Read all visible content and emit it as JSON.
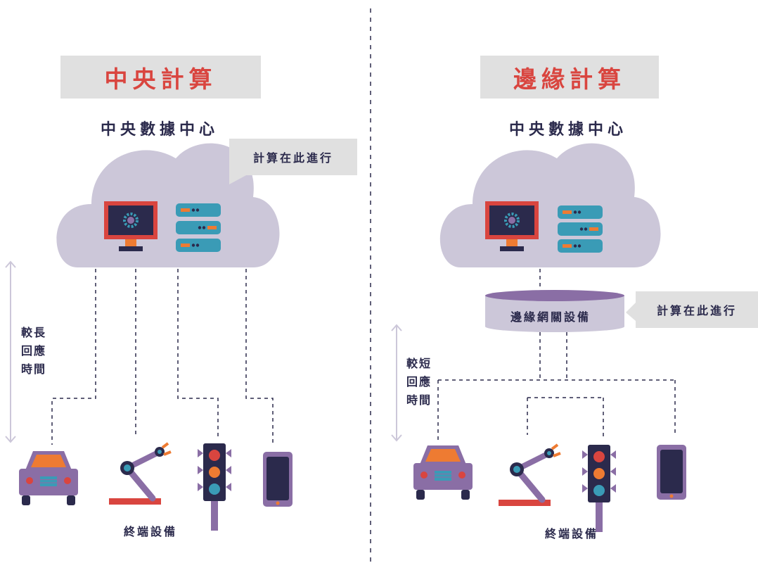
{
  "left": {
    "title": "中央計算",
    "datacenter": "中央數據中心",
    "callout": "計算在此進行",
    "response_time": [
      "較長",
      "回應",
      "時間"
    ],
    "devices_label": "終端設備"
  },
  "right": {
    "title": "邊緣計算",
    "datacenter": "中央數據中心",
    "gateway": "邊緣網關設備",
    "callout": "計算在此進行",
    "response_time": [
      "較短",
      "回應",
      "時間"
    ],
    "devices_label": "終端設備"
  },
  "colors": {
    "accent_red": "#d9453f",
    "navy": "#2b2a4c",
    "cloud": "#ccc7d9",
    "purple": "#8a6ea5",
    "teal": "#3a9bb6",
    "orange": "#ee7b32",
    "title_bg": "#e0e0e0"
  },
  "icons": [
    "cloud-icon",
    "monitor-gear-icon",
    "server-rack-icon",
    "car-icon",
    "robot-arm-icon",
    "traffic-light-icon",
    "smartphone-icon",
    "database-icon"
  ]
}
